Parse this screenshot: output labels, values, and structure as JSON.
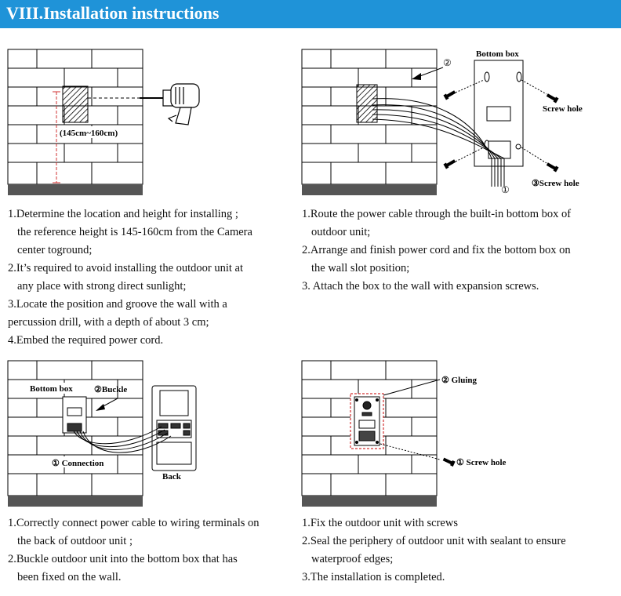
{
  "header": {
    "title": "VIII.Installation instructions"
  },
  "panel1": {
    "height_label": "(145cm~160cm)"
  },
  "panel2": {
    "bottom_box": "Bottom box",
    "screw_hole_top": "Screw hole",
    "screw_hole_bottom": "③Screw hole",
    "num1": "①",
    "num2": "②"
  },
  "panel3": {
    "bottom_box": "Bottom box",
    "buckle": "②Buckle",
    "connection": "① Connection",
    "back": "Back"
  },
  "panel4": {
    "gluing": "② Gluing",
    "screw_hole": "① Screw hole"
  },
  "steps1": [
    "1.Determine the location and height  for installing ;",
    "the reference height is 145-160cm from the Camera",
    "center toground;",
    "2.It’s required to avoid installing the outdoor unit at",
    "any place with strong direct sunlight;",
    "3.Locate the position and groove the wall with a",
    "percussion drill, with a depth of  about 3 cm;",
    "4.Embed the required power cord."
  ],
  "steps2": [
    "1.Route the power cable through the built-in bottom box of",
    "outdoor unit;",
    "2.Arrange and finish power cord and fix the bottom box on",
    "the wall slot position;",
    "3. Attach the box to the wall with expansion screws."
  ],
  "steps3": [
    "1.Correctly connect power cable to wiring terminals on",
    "the back of outdoor unit ;",
    "2.Buckle outdoor unit into the bottom box that has",
    "been fixed on the wall."
  ],
  "steps4": [
    "1.Fix the outdoor unit with screws",
    "2.Seal the periphery of outdoor unit with sealant to ensure",
    "waterproof edges;",
    "3.The installation is completed."
  ]
}
